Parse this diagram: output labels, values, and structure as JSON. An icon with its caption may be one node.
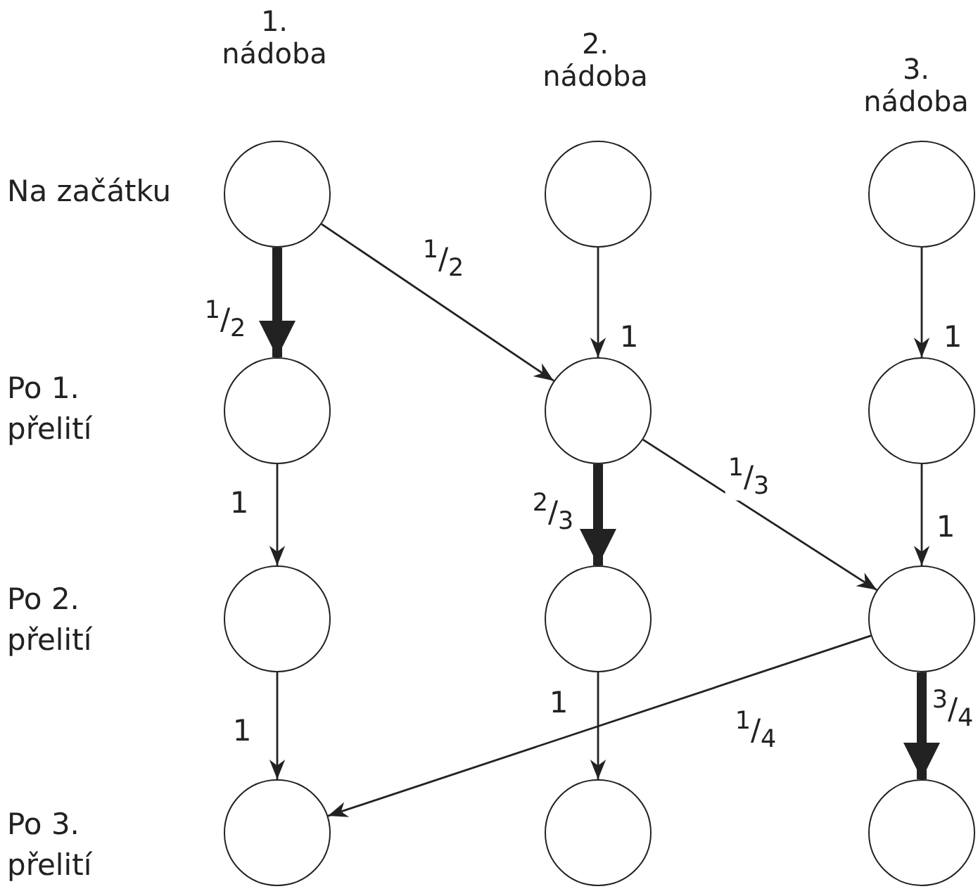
{
  "diagram": {
    "nodes": [
      {
        "text": [],
        "shape": "circle"
      },
      {
        "text": [],
        "shape": "circle"
      },
      {
        "text": [],
        "shape": "circle"
      },
      {
        "text": [],
        "shape": "circle"
      },
      {
        "text": [],
        "shape": "circle"
      },
      {
        "text": [],
        "shape": "circle"
      },
      {
        "text": [],
        "shape": "circle"
      },
      {
        "text": [],
        "shape": "circle"
      },
      {
        "text": [],
        "shape": "circle"
      },
      {
        "text": [],
        "shape": "circle"
      },
      {
        "text": [],
        "shape": "circle"
      },
      {
        "text": [],
        "shape": "circle"
      }
    ],
    "edges": [
      {
        "from": 0,
        "to": 3,
        "arrow": "to",
        "label": "$^{1}$/$_{2}$",
        "style": "thick"
      },
      {
        "from": 0,
        "to": 4,
        "arrow": "to",
        "label": "$^{1}$/$_{2}$"
      },
      {
        "from": 1,
        "to": 4,
        "arrow": "to",
        "label": "1"
      },
      {
        "from": 2,
        "to": 5,
        "arrow": "to",
        "label": "1"
      },
      {
        "from": 3,
        "to": 6,
        "arrow": "to",
        "label": "1"
      },
      {
        "from": 4,
        "to": 7,
        "arrow": "to",
        "label": "$^{2}$/$_{3}$",
        "style": "thick"
      },
      {
        "from": 4,
        "to": 8,
        "arrow": "to",
        "label": "$^{1}$/$_{3}$"
      },
      {
        "from": 5,
        "to": 8,
        "arrow": "to",
        "label": "1"
      },
      {
        "from": 6,
        "to": 9,
        "arrow": "to",
        "label": "1"
      },
      {
        "from": 8,
        "to": 9,
        "arrow": "to",
        "label": "$^{1}$/$_{4}$"
      },
      {
        "from": 7,
        "to": 10,
        "arrow": "to",
        "label": "1"
      },
      {
        "from": 8,
        "to": 11,
        "arrow": "to",
        "label": "$^{3}$/$_{4}$",
        "style": "thick"
      }
    ],
    "labels": [
      "1. nádoba",
      "2. nádoba",
      "3. nádoba",
      "Na začátku",
      "Po 1. přelití",
      "Po 2. přelití",
      "Po 3. přelití"
    ]
  }
}
